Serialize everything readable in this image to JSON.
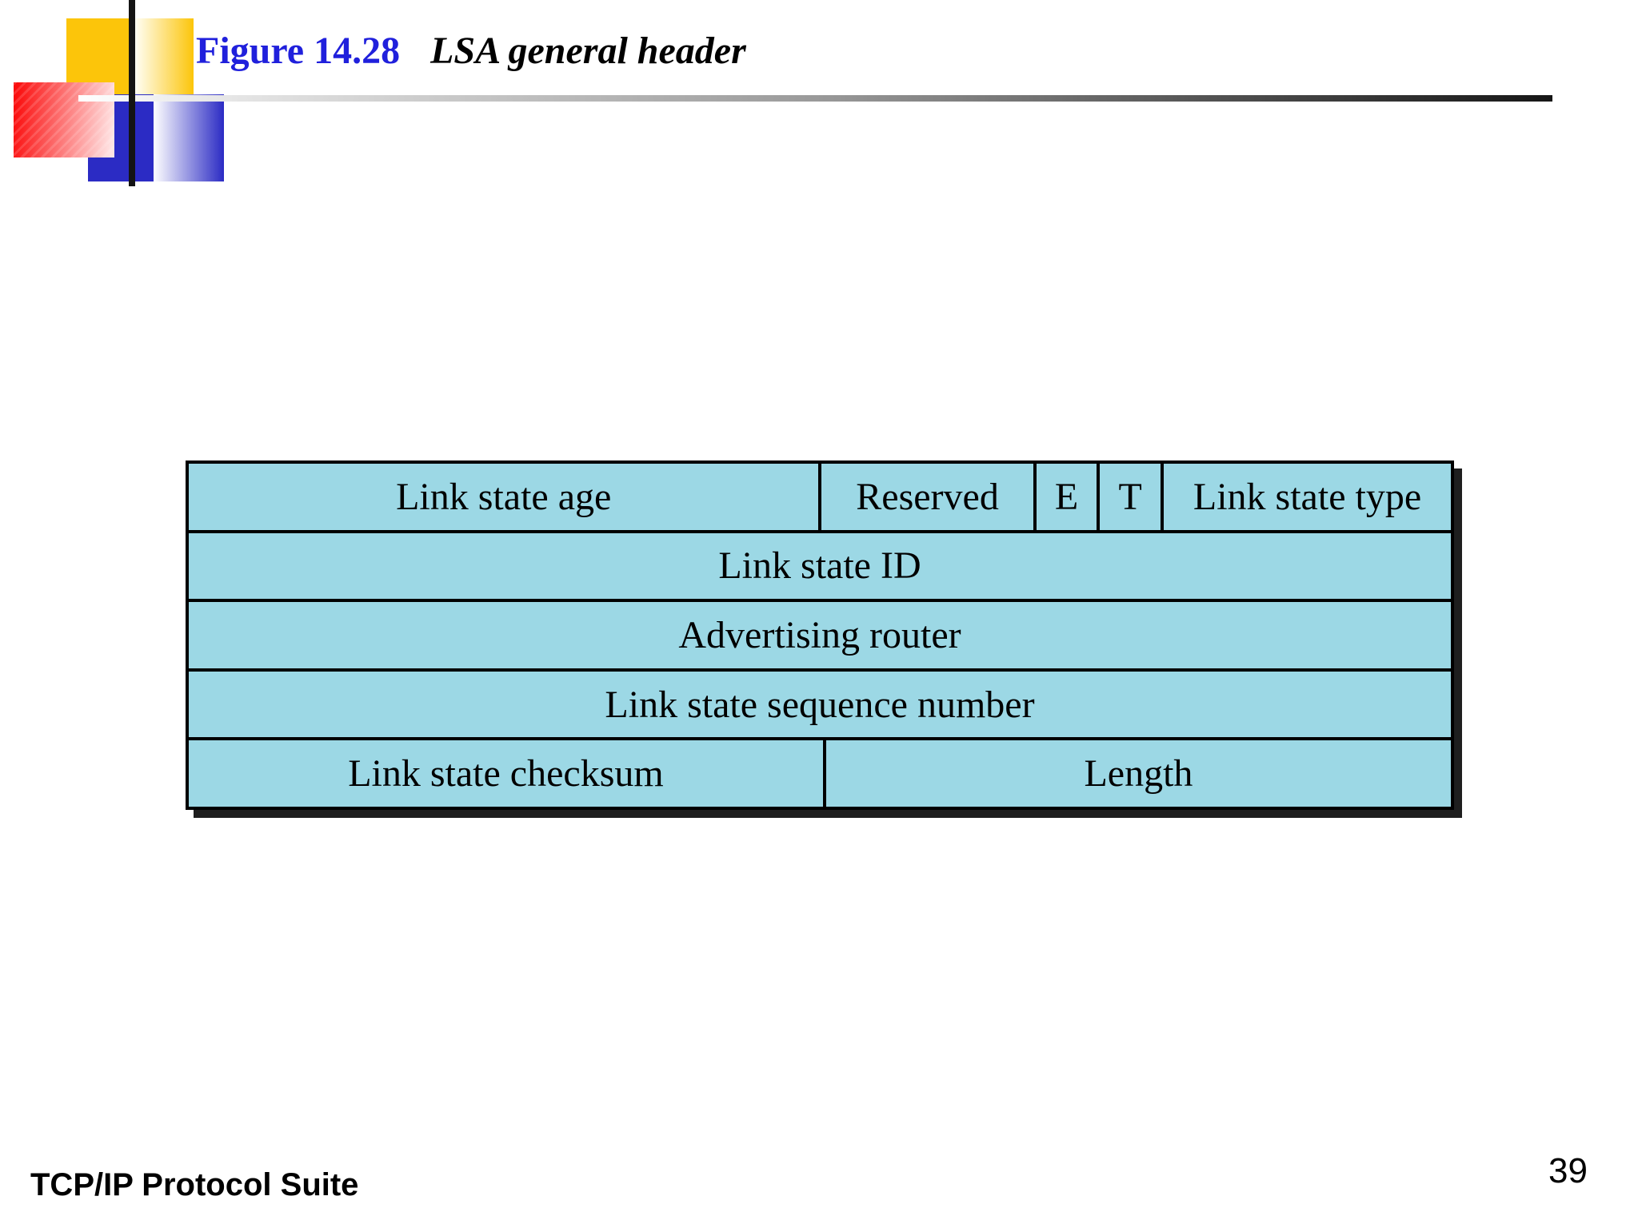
{
  "title": {
    "figure_label": "Figure 14.28",
    "figure_title": "LSA general header"
  },
  "footer": {
    "left_text": "TCP/IP Protocol Suite",
    "page_number": "39"
  },
  "colors": {
    "cell_background": "#9CD8E5",
    "cell_border": "#000000",
    "figure_label_blue": "#2020DC",
    "logo_gold": "#FCC50A",
    "logo_red": "#FB0E0E",
    "logo_blue": "#2B2BC4",
    "shadow": "#1E1E1E"
  },
  "header_diagram": {
    "description": "LSA general header field layout",
    "rows": [
      {
        "cells": [
          {
            "label": "Link state age",
            "width_percent": 49.9
          },
          {
            "label": "Reserved",
            "width_percent": 17.0
          },
          {
            "label": "E",
            "width_percent": 5.05
          },
          {
            "label": "T",
            "width_percent": 5.05
          },
          {
            "label": "Link state type",
            "width_percent": 23.0
          }
        ]
      },
      {
        "cells": [
          {
            "label": "Link state ID",
            "width_percent": 100
          }
        ]
      },
      {
        "cells": [
          {
            "label": "Advertising router",
            "width_percent": 100
          }
        ]
      },
      {
        "cells": [
          {
            "label": "Link state sequence number",
            "width_percent": 100
          }
        ]
      },
      {
        "cells": [
          {
            "label": "Link state checksum",
            "width_percent": 50.25
          },
          {
            "label": "Length",
            "width_percent": 49.75
          }
        ]
      }
    ]
  }
}
